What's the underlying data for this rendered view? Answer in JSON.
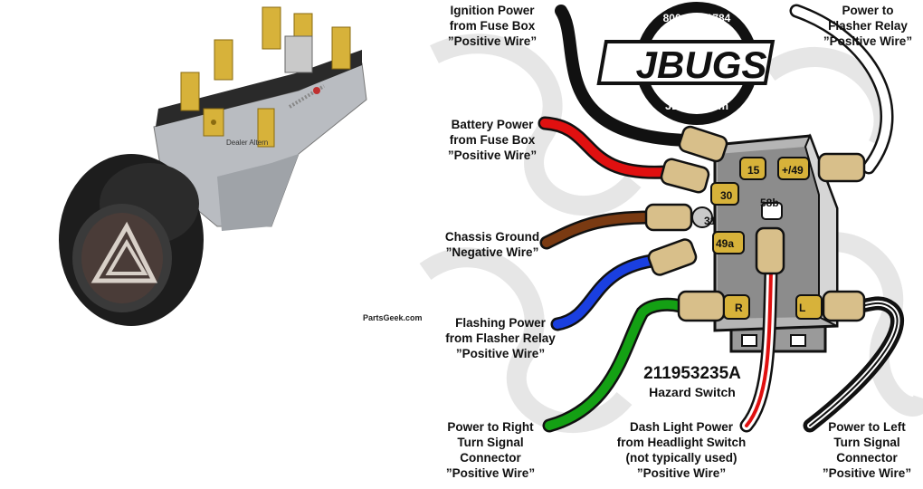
{
  "watermark": "PartsGeek.com",
  "logo": {
    "phone": "800-231-1784",
    "brand": "JBUGS",
    "site": "JBugs.com"
  },
  "photo_text": "Dealer Altern",
  "part": {
    "number": "211953235A",
    "name": "Hazard Switch"
  },
  "terminals": [
    "15",
    "+/49",
    "30",
    "58b",
    "31",
    "49a",
    "R",
    "L"
  ],
  "labels": {
    "ignition": [
      "Ignition Power",
      "from Fuse Box",
      "”Positive Wire”"
    ],
    "battery": [
      "Battery Power",
      "from Fuse Box",
      "”Positive Wire”"
    ],
    "ground": [
      "Chassis Ground",
      "”Negative Wire”"
    ],
    "flashing": [
      "Flashing Power",
      "from Flasher Relay",
      "”Positive Wire”"
    ],
    "right": [
      "Power to Right",
      "Turn Signal",
      "Connector",
      "”Positive Wire”"
    ],
    "dash": [
      "Dash Light Power",
      "from Headlight Switch",
      "(not typically used)",
      "”Positive Wire”"
    ],
    "flasher_relay": [
      "Power to",
      "Flasher Relay",
      "”Positive Wire”"
    ],
    "left": [
      "Power to Left",
      "Turn Signal",
      "Connector",
      "”Positive Wire”"
    ]
  },
  "wire_colors": {
    "black": "#111111",
    "red": "#e01010",
    "brown": "#7a3a12",
    "blue": "#1a3fe0",
    "green": "#14a014",
    "white": "#ffffff",
    "redwhite": "#e01010",
    "tan": "#d8bf8a"
  }
}
